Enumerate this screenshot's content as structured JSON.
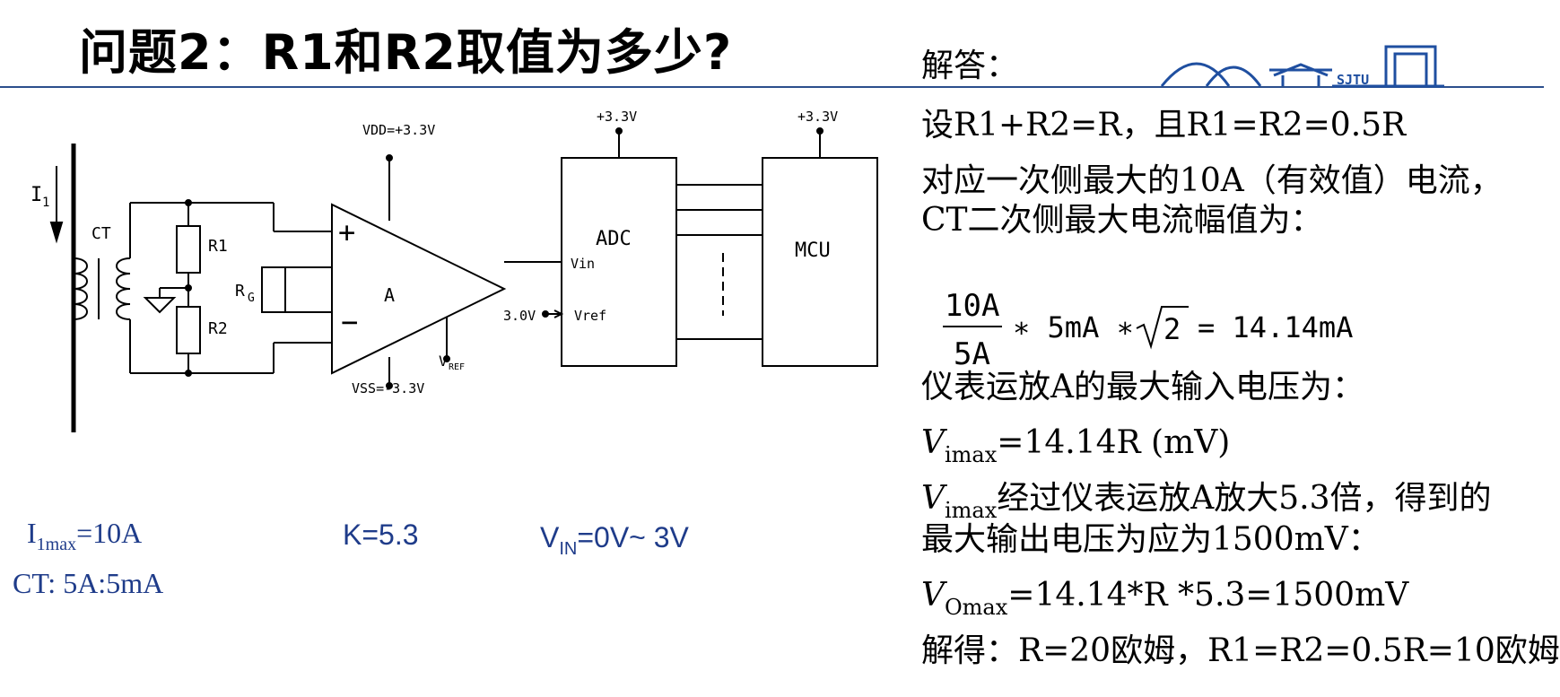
{
  "title": "问题2：R1和R2取值为多少?",
  "circuit": {
    "i1": "I",
    "i1_sub": "1",
    "ct": "CT",
    "r1": "R1",
    "r2": "R2",
    "rg": "R",
    "rg_sub": "G",
    "vdd": "VDD=+3.3V",
    "vss": "VSS=-3.3V",
    "amp_label": "A",
    "plus": "+",
    "minus": "−",
    "vref": "V",
    "vref_sub": "REF",
    "adc": "ADC",
    "vin": "Vin",
    "vref_pin": "Vref",
    "v30": "3.0V",
    "adc_supply": "+3.3V",
    "mcu": "MCU",
    "mcu_supply": "+3.3V"
  },
  "params": {
    "i1max_main": "I",
    "i1max_sub": "1max",
    "i1max_val": "=10A",
    "ct_ratio": "CT: 5A:5mA",
    "k": "K=5.3",
    "vin_main": "V",
    "vin_sub": "IN",
    "vin_val": "=0V~ 3V"
  },
  "answer": {
    "heading": "解答：",
    "line1": "设R1+R2=R，且R1=R2=0.5R",
    "line2": "对应一次侧最大的10A（有效值）电流，",
    "line3": "CT二次侧最大电流幅值为：",
    "frac_num": "10A",
    "frac_den": "5A",
    "formula_rest": "∗ 5mA ∗",
    "sqrt_val": "2",
    "formula_result": "= 14.14mA",
    "line4": "仪表运放A的最大输入电压为：",
    "v_letter": "V",
    "v_imax_sub": "imax",
    "line5_rest": "=14.14R (mV)",
    "line6_rest": "经过仪表运放A放大5.3倍，得到的",
    "line7": "最大输出电压为应为1500mV：",
    "v_omax_sub": "Omax",
    "line8_rest": "=14.14*R *5.3=1500mV",
    "line9": "解得：R=20欧姆，R1=R2=0.5R=10欧姆"
  },
  "logo_text": "SJTU",
  "colors": {
    "rule": "#2b4f8c",
    "params": "#1f3c8a",
    "logo": "#1f4fa0"
  }
}
